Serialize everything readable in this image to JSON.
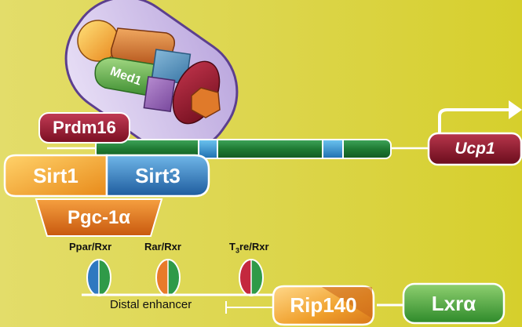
{
  "colors": {
    "background": "#dcd54a",
    "dna_green": "#1e7a2e",
    "sirt1_orange": "#f0a020",
    "sirt3_blue": "#2a7fc6",
    "pgc_orange": "#e07a20",
    "prdm16_red": "#9b1b30",
    "ucp1_red": "#8a1a2c",
    "rip140_orange": "#f2a030",
    "lxr_green": "#4aa43a",
    "complex_lavender": "#cbb9e6"
  },
  "proteins": {
    "med1": "Med1",
    "prdm16": "Prdm16",
    "sirt1": "Sirt1",
    "sirt3": "Sirt3",
    "pgc1a": "Pgc-1α",
    "ucp1": "Ucp1",
    "rip140": "Rip140",
    "lxra": "Lxrα"
  },
  "receptors": {
    "ppar_rxr": "Ppar/Rxr",
    "rar_rxr": "Rar/Rxr",
    "t3re_prefix": "T",
    "t3re_sub": "3",
    "t3re_suffix": "re/Rxr"
  },
  "labels": {
    "distal_enhancer": "Distal enhancer"
  }
}
